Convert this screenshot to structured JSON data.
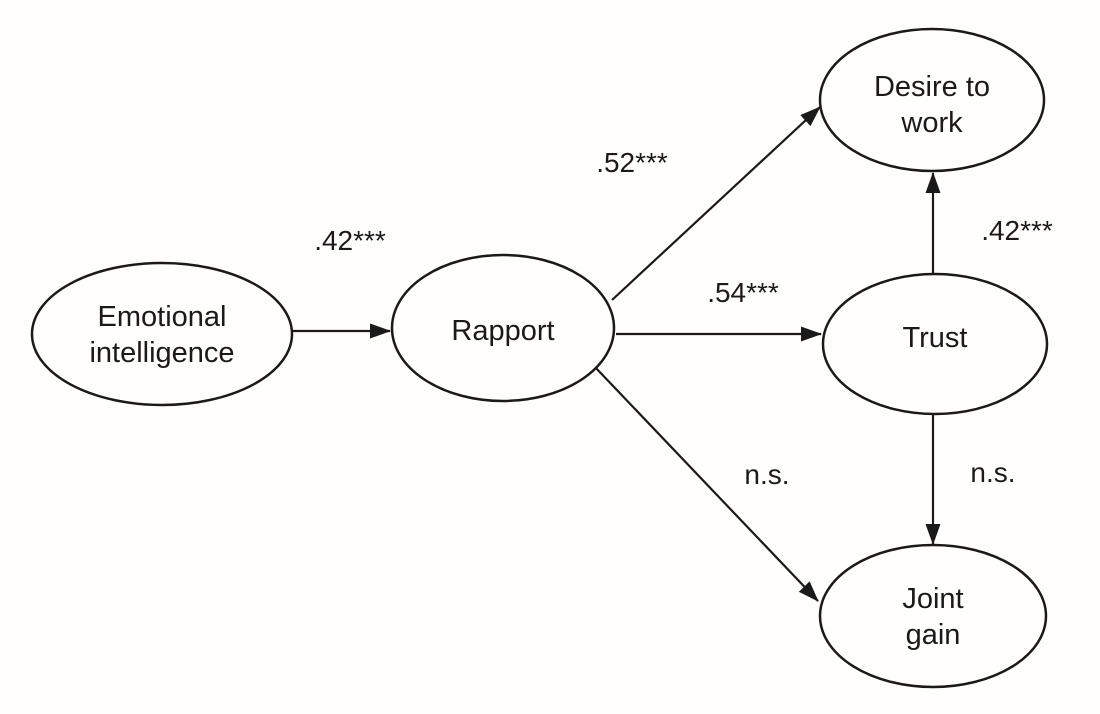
{
  "figure": {
    "type": "path-model-diagram",
    "colors": {
      "ink": "#1a1a1a",
      "background": "#fffefd"
    },
    "nodes": {
      "emotional_intelligence": {
        "label": "Emotional intelligence",
        "lines": [
          "Emotional",
          "intelligence"
        ]
      },
      "rapport": {
        "label": "Rapport",
        "lines": [
          "Rapport"
        ]
      },
      "desire_to_work": {
        "label": "Desire to work",
        "lines": [
          "Desire to",
          "work"
        ]
      },
      "trust": {
        "label": "Trust",
        "lines": [
          "Trust"
        ]
      },
      "joint_gain": {
        "label": "Joint gain",
        "lines": [
          "Joint",
          "gain"
        ]
      }
    },
    "edges": {
      "ei_to_rapport": {
        "from": "Emotional intelligence",
        "to": "Rapport",
        "label": ".42***"
      },
      "rapport_to_desire": {
        "from": "Rapport",
        "to": "Desire to work",
        "label": ".52***"
      },
      "rapport_to_trust": {
        "from": "Rapport",
        "to": "Trust",
        "label": ".54***"
      },
      "rapport_to_joint": {
        "from": "Rapport",
        "to": "Joint gain",
        "label": "n.s."
      },
      "trust_to_desire": {
        "from": "Trust",
        "to": "Desire to work",
        "label": ".42***"
      },
      "trust_to_joint": {
        "from": "Trust",
        "to": "Joint gain",
        "label": "n.s."
      }
    }
  }
}
